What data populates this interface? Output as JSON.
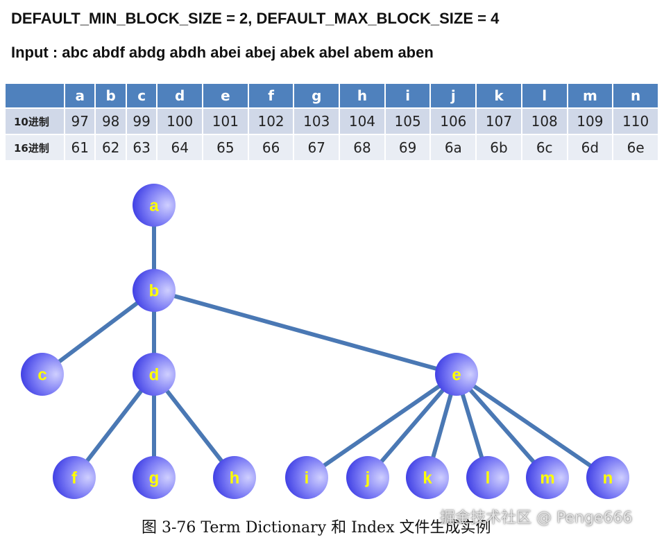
{
  "heading": {
    "config": "DEFAULT_MIN_BLOCK_SIZE = 2, DEFAULT_MAX_BLOCK_SIZE = 4",
    "input": "Input : abc abdf abdg abdh abei abej abek abel abem aben"
  },
  "table": {
    "corner": "",
    "columns": [
      "a",
      "b",
      "c",
      "d",
      "e",
      "f",
      "g",
      "h",
      "i",
      "j",
      "k",
      "l",
      "m",
      "n"
    ],
    "rows": [
      {
        "label": "10进制",
        "values": [
          "97",
          "98",
          "99",
          "100",
          "101",
          "102",
          "103",
          "104",
          "105",
          "106",
          "107",
          "108",
          "109",
          "110"
        ]
      },
      {
        "label": "16进制",
        "values": [
          "61",
          "62",
          "63",
          "64",
          "65",
          "66",
          "67",
          "68",
          "69",
          "6a",
          "6b",
          "6c",
          "6d",
          "6e"
        ]
      }
    ]
  },
  "tree": {
    "nodes": [
      "a",
      "b",
      "c",
      "d",
      "e",
      "f",
      "g",
      "h",
      "i",
      "j",
      "k",
      "l",
      "m",
      "n"
    ],
    "edges": [
      [
        "a",
        "b"
      ],
      [
        "b",
        "c"
      ],
      [
        "b",
        "d"
      ],
      [
        "b",
        "e"
      ],
      [
        "d",
        "f"
      ],
      [
        "d",
        "g"
      ],
      [
        "d",
        "h"
      ],
      [
        "e",
        "i"
      ],
      [
        "e",
        "j"
      ],
      [
        "e",
        "k"
      ],
      [
        "e",
        "l"
      ],
      [
        "e",
        "m"
      ],
      [
        "e",
        "n"
      ]
    ],
    "colors": {
      "node_fill_light": "#c8c8ff",
      "node_fill_dark": "#3a3ae6",
      "edge": "#4a78b4",
      "label": "#ffff00"
    }
  },
  "caption": "图 3-76 Term Dictionary 和 Index 文件生成实例",
  "watermark": "掘金技术社区 @ Penge666"
}
